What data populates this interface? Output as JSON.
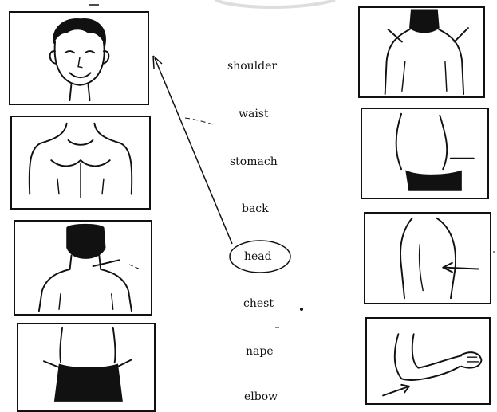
{
  "words": [
    "shoulder",
    "waist",
    "stomach",
    "back",
    "head",
    "chest",
    "nape",
    "elbow"
  ],
  "answer_example": "head",
  "left_panels": [
    "head-picture",
    "chest-picture",
    "nape-picture",
    "waist-picture"
  ],
  "right_panels": [
    "shoulder-picture",
    "stomach-picture",
    "back-picture",
    "elbow-picture"
  ]
}
